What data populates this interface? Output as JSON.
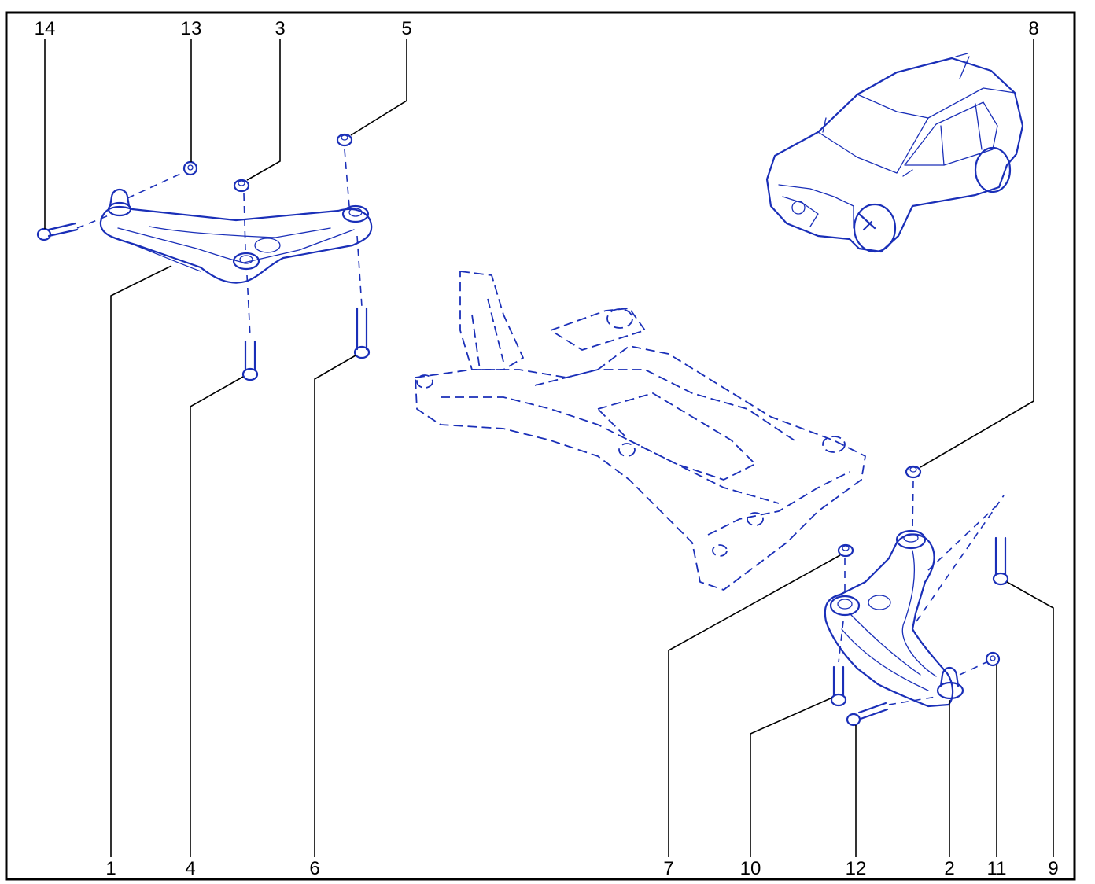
{
  "colors": {
    "line_art": "#1a2fb8",
    "line_art_fill": "#d9e2ff",
    "callouts": "#000000",
    "background": "#ffffff"
  },
  "callouts": {
    "c1": "1",
    "c2": "2",
    "c3": "3",
    "c4": "4",
    "c5": "5",
    "c6": "6",
    "c7": "7",
    "c8": "8",
    "c9": "9",
    "c10": "10",
    "c11": "11",
    "c12": "12",
    "c13": "13",
    "c14": "14"
  }
}
